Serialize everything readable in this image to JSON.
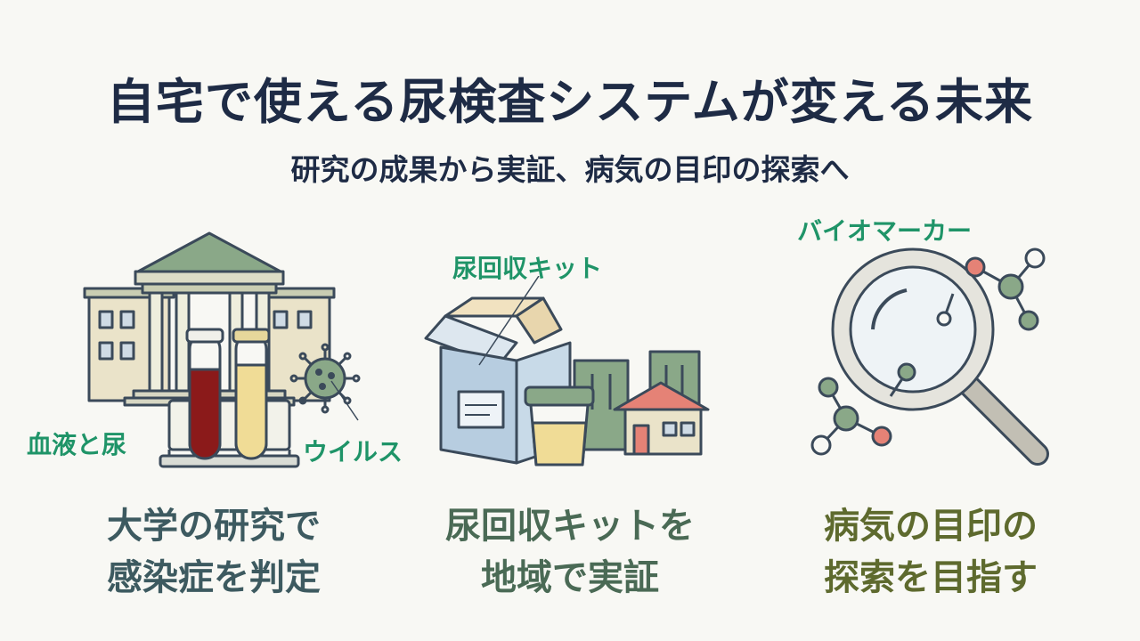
{
  "header": {
    "title": "自宅で使える尿検査システムが変える未来",
    "subtitle": "研究の成果から実証、病気の目印の探索へ"
  },
  "panels": [
    {
      "labels": [
        "血液と尿",
        "ウイルス"
      ],
      "caption": [
        "大学の研究で",
        "感染症を判定"
      ],
      "caption_color": "#3d5a60"
    },
    {
      "labels": [
        "尿回収キット"
      ],
      "caption": [
        "尿回収キットを",
        "地域で実証"
      ],
      "caption_color": "#4a6a55"
    },
    {
      "labels": [
        "バイオマーカー"
      ],
      "caption": [
        "病気の目印の",
        "探索を目指す"
      ],
      "caption_color": "#5e6a2e"
    }
  ],
  "colors": {
    "navy": "#1e2b45",
    "label_green": "#1f9468",
    "outline": "#3b4a5a",
    "sage": "#8aa888",
    "blood": "#8b1a1a",
    "urine": "#f0dc96",
    "box_blue": "#b7cde0",
    "roof_red": "#e58276"
  }
}
